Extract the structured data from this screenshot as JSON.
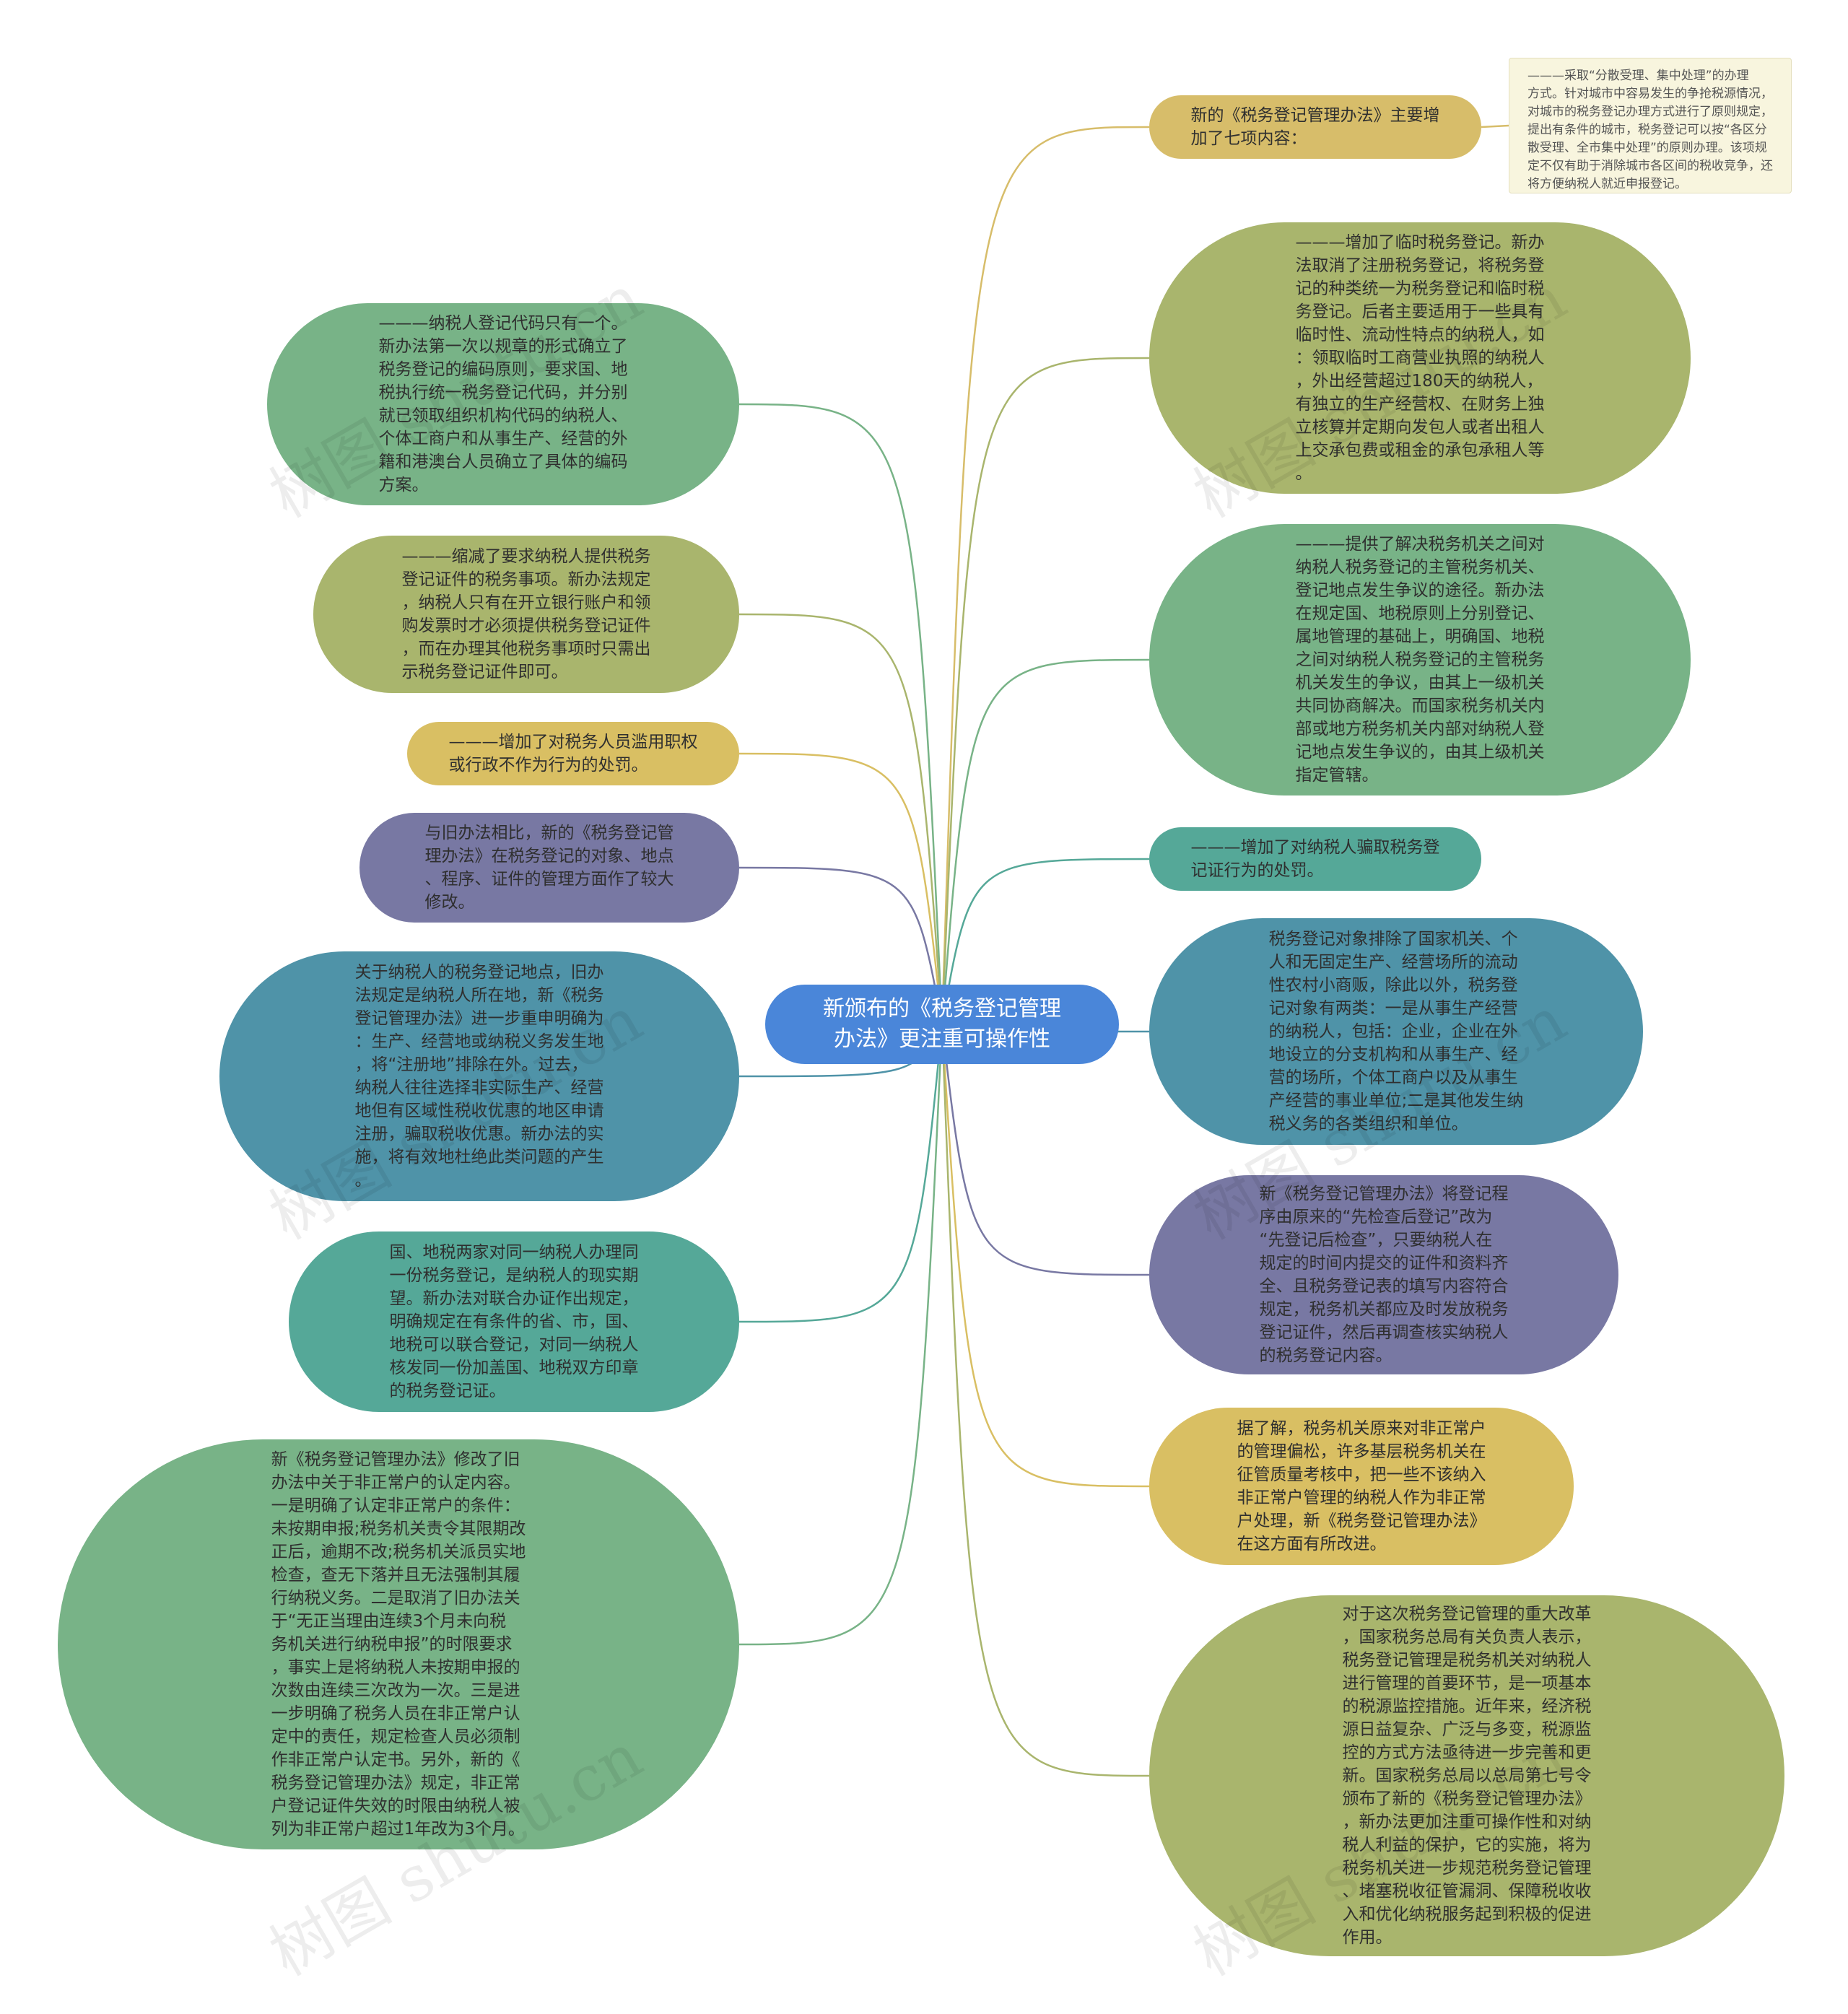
{
  "diagram": {
    "center": {
      "label": "新颁布的《税务登记管理\n办法》更注重可操作性"
    },
    "right": [
      {
        "id": "r-main-seven",
        "color": "#d7bd6a",
        "label": "新的《税务登记管理办法》主要增\n加了七项内容："
      },
      {
        "id": "r-temp-reg",
        "color": "#a9b56d",
        "label": "———增加了临时税务登记。新办\n法取消了注册税务登记，将税务登\n记的种类统一为税务登记和临时税\n务登记。后者主要适用于一些具有\n临时性、流动性特点的纳税人，如\n：领取临时工商营业执照的纳税人\n，外出经营超过180天的纳税人，\n有独立的生产经营权、在财务上独\n立核算并定期向发包人或者出租人\n上交承包费或租金的承包承租人等\n。"
      },
      {
        "id": "r-dispute",
        "color": "#78b387",
        "label": "———提供了解决税务机关之间对\n纳税人税务登记的主管税务机关、\n登记地点发生争议的途径。新办法\n在规定国、地税原则上分别登记、\n属地管理的基础上，明确国、地税\n之间对纳税人税务登记的主管税务\n机关发生的争议，由其上一级机关\n共同协商解决。而国家税务机关内\n部或地方税务机关内部对纳税人登\n记地点发生争议的，由其上级机关\n指定管辖。"
      },
      {
        "id": "r-fraud",
        "color": "#55a898",
        "label": "———增加了对纳税人骗取税务登\n记证行为的处罚。"
      },
      {
        "id": "r-objects",
        "color": "#4f93a8",
        "label": "税务登记对象排除了国家机关、个\n人和无固定生产、经营场所的流动\n性农村小商贩，除此以外，税务登\n记对象有两类：一是从事生产经营\n的纳税人，包括：企业，企业在外\n地设立的分支机构和从事生产、经\n营的场所，个体工商户以及从事生\n产经营的事业单位;二是其他发生纳\n税义务的各类组织和单位。"
      },
      {
        "id": "r-procedure",
        "color": "#7878a3",
        "label": "新《税务登记管理办法》将登记程\n序由原来的“先检查后登记”改为\n“先登记后检查”，只要纳税人在\n规定的时间内提交的证件和资料齐\n全、且税务登记表的填写内容符合\n规定，税务机关都应及时发放税务\n登记证件，然后再调查核实纳税人\n的税务登记内容。"
      },
      {
        "id": "r-abnormal",
        "color": "#d9bf63",
        "label": "据了解，税务机关原来对非正常户\n的管理偏松，许多基层税务机关在\n征管质量考核中，把一些不该纳入\n非正常户管理的纳税人作为非正常\n户处理，新《税务登记管理办法》\n在这方面有所改进。"
      },
      {
        "id": "r-reform",
        "color": "#a9b56d",
        "label": "对于这次税务登记管理的重大改革\n，国家税务总局有关负责人表示，\n税务登记管理是税务机关对纳税人\n进行管理的首要环节，是一项基本\n的税源监控措施。近年来，经济税\n源日益复杂、广泛与多变，税源监\n控的方式方法亟待进一步完善和更\n新。国家税务总局以总局第七号令\n颁布了新的《税务登记管理办法》\n，新办法更加注重可操作性和对纳\n税人利益的保护，它的实施，将为\n税务机关进一步规范税务登记管理\n、堵塞税收征管漏洞、保障税收收\n入和优化纳税服务起到积极的促进\n作用。"
      }
    ],
    "note": {
      "label": "———采取“分散受理、集中处理”的办理\n方式。针对城市中容易发生的争抢税源情况，\n对城市的税务登记办理方式进行了原则规定，\n提出有条件的城市，税务登记可以按“各区分\n散受理、全市集中处理”的原则办理。该项规\n定不仅有助于消除城市各区间的税收竞争，还\n将方便纳税人就近申报登记。"
    },
    "left": [
      {
        "id": "l-code",
        "color": "#78b387",
        "label": "———纳税人登记代码只有一个。\n新办法第一次以规章的形式确立了\n税务登记的编码原则，要求国、地\n税执行统一税务登记代码，并分别\n就已领取组织机构代码的纳税人、\n个体工商户和从事生产、经营的外\n籍和港澳台人员确立了具体的编码\n方案。"
      },
      {
        "id": "l-reduce",
        "color": "#a9b56d",
        "label": "———缩减了要求纳税人提供税务\n登记证件的税务事项。新办法规定\n，纳税人只有在开立银行账户和领\n购发票时才必须提供税务登记证件\n，而在办理其他税务事项时只需出\n示税务登记证件即可。"
      },
      {
        "id": "l-punish",
        "color": "#d9bf63",
        "label": "———增加了对税务人员滥用职权\n或行政不作为行为的处罚。"
      },
      {
        "id": "l-compare",
        "color": "#7878a3",
        "label": "与旧办法相比，新的《税务登记管\n理办法》在税务登记的对象、地点\n、程序、证件的管理方面作了较大\n修改。"
      },
      {
        "id": "l-location",
        "color": "#4f93a8",
        "label": "关于纳税人的税务登记地点，旧办\n法规定是纳税人所在地，新《税务\n登记管理办法》进一步重申明确为\n：生产、经营地或纳税义务发生地\n，将“注册地”排除在外。过去，\n纳税人往往选择非实际生产、经营\n地但有区域性税收优惠的地区申请\n注册，骗取税收优惠。新办法的实\n施，将有效地杜绝此类问题的产生\n。"
      },
      {
        "id": "l-joint",
        "color": "#55a898",
        "label": "国、地税两家对同一纳税人办理同\n一份税务登记，是纳税人的现实期\n望。新办法对联合办证作出规定，\n明确规定在有条件的省、市，国、\n地税可以联合登记，对同一纳税人\n核发同一份加盖国、地税双方印章\n的税务登记证。"
      },
      {
        "id": "l-abnormal-def",
        "color": "#78b387",
        "label": "新《税务登记管理办法》修改了旧\n办法中关于非正常户的认定内容。\n一是明确了认定非正常户的条件：\n未按期申报;税务机关责令其限期改\n正后，逾期不改;税务机关派员实地\n检查，查无下落并且无法强制其履\n行纳税义务。二是取消了旧办法关\n于“无正当理由连续3个月未向税\n务机关进行纳税申报”的时限要求\n，事实上是将纳税人未按期申报的\n次数由连续三次改为一次。三是进\n一步明确了税务人员在非正常户认\n定中的责任，规定检查人员必须制\n作非正常户认定书。另外，新的《\n税务登记管理办法》规定，非正常\n户登记证件失效的时限由纳税人被\n列为非正常户超过1年改为3个月。"
      }
    ]
  }
}
